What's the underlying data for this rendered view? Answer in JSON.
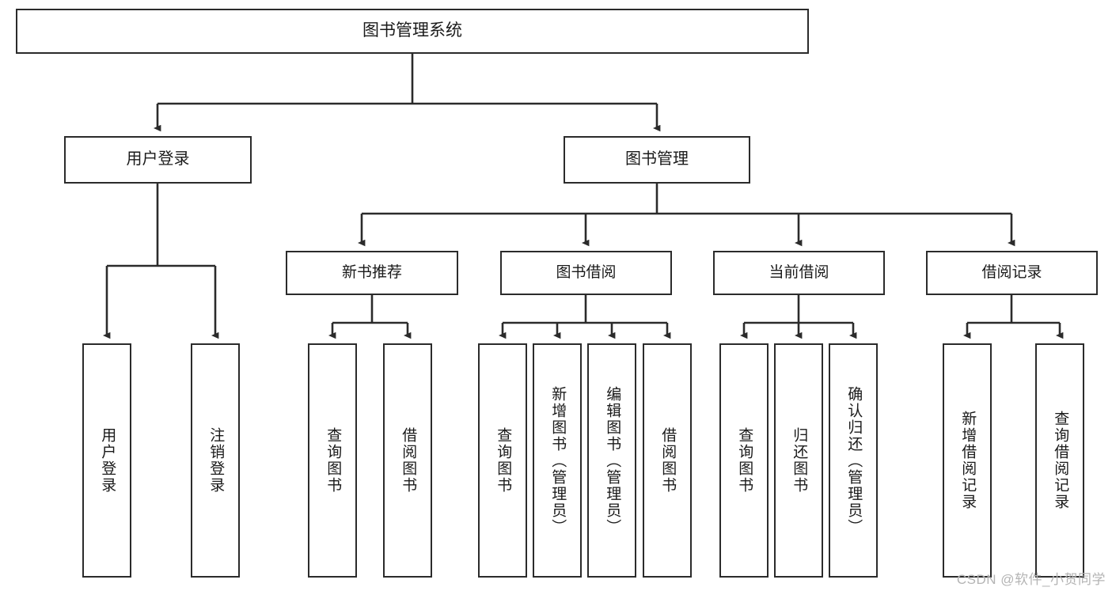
{
  "diagram": {
    "title": "图书管理系统",
    "type": "tree-hierarchy",
    "background_color": "#ffffff",
    "line_color": "#2b2b2b",
    "text_color": "#1a1a1a",
    "root": {
      "label": "图书管理系统"
    },
    "level1": [
      {
        "label": "用户登录"
      },
      {
        "label": "图书管理"
      }
    ],
    "level2": [
      {
        "label": "新书推荐"
      },
      {
        "label": "图书借阅"
      },
      {
        "label": "当前借阅"
      },
      {
        "label": "借阅记录"
      }
    ],
    "leaves": {
      "user_login": [
        {
          "label": "用户登录"
        },
        {
          "label": "注销登录"
        }
      ],
      "new_book_recommend": [
        {
          "label": "查询图书"
        },
        {
          "label": "借阅图书"
        }
      ],
      "book_borrow": [
        {
          "label": "查询图书"
        },
        {
          "label": "新增图书（管理员）"
        },
        {
          "label": "编辑图书（管理员）"
        },
        {
          "label": "借阅图书"
        }
      ],
      "current_borrow": [
        {
          "label": "查询图书"
        },
        {
          "label": "归还图书"
        },
        {
          "label": "确认归还（管理员）"
        }
      ],
      "borrow_records": [
        {
          "label": "新增借阅记录"
        },
        {
          "label": "查询借阅记录"
        }
      ]
    },
    "watermark": "CSDN @软件_小贺同学"
  }
}
